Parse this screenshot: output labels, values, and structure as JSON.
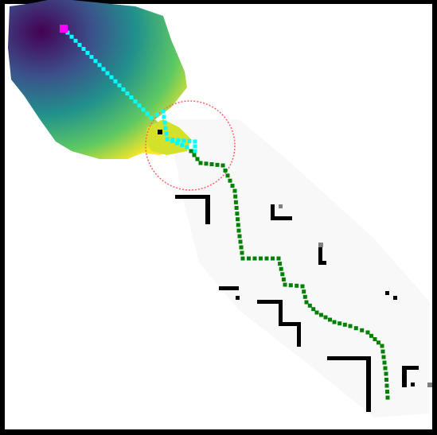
{
  "scene": {
    "type": "path-planning-grid-visualization",
    "grid_size": [
      549,
      547
    ],
    "colors": {
      "border": "#000000",
      "free_space": "#ffffff",
      "explored_shade": "#f8f8f8",
      "obstacle": "#000000",
      "unknown_cell": "#808080",
      "start_marker": "#ff00ff",
      "searched_path": "#00ffff",
      "planned_path": "#008000",
      "sensor_radius": "#ff6060",
      "robot_marker": "#000000",
      "heatmap_palette": [
        "#440154",
        "#3b528b",
        "#21918c",
        "#5ec962",
        "#fde725"
      ]
    },
    "markers": {
      "start": "magenta-square",
      "robot": "black-square"
    }
  }
}
